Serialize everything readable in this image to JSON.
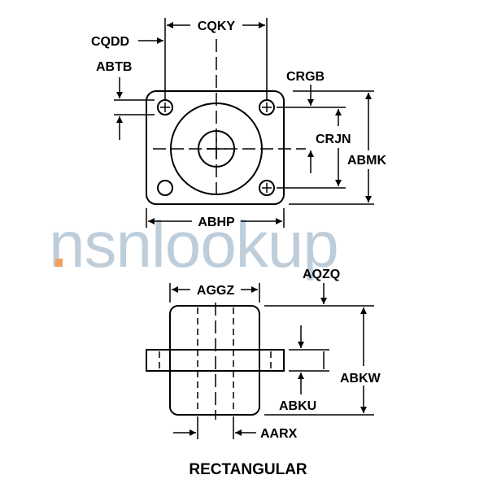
{
  "watermark": "nsnlookup",
  "watermark_accent_color": "#f0a060",
  "title": "RECTANGULAR",
  "labels": {
    "cqdd": "CQDD",
    "cqky": "CQKY",
    "abtb": "ABTB",
    "crgb": "CRGB",
    "crjn": "CRJN",
    "abmk": "ABMK",
    "abhp": "ABHP",
    "aqzq": "AQZQ",
    "aggz": "AGGZ",
    "abkw": "ABKW",
    "abku": "ABKU",
    "aarx": "AARX"
  }
}
